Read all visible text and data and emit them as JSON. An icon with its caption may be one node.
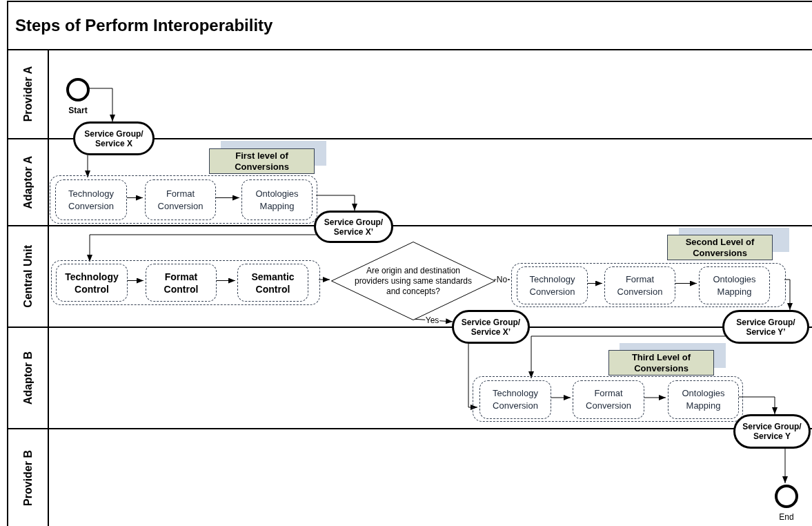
{
  "diagram": {
    "title": "Steps of Perform Interoperability",
    "nodes": [
      {
        "text": [
          "Provider A"
        ]
      },
      {
        "text": [
          "Adaptor A"
        ]
      },
      {
        "text": [
          "Central Unit"
        ]
      },
      {
        "text": [
          "Adaptor B"
        ]
      },
      {
        "text": [
          "Provider B"
        ]
      },
      {
        "text": [],
        "shape": "circle",
        "beside": [
          "Start"
        ],
        "in": 0
      },
      {
        "text": [
          "Service Group/ Service X"
        ]
      },
      {
        "text": [],
        "shape": "box",
        "in": 1
      },
      {
        "text": [
          "Technology Conversion"
        ],
        "in": 7
      },
      {
        "text": [
          "Format Conversion"
        ],
        "in": 7
      },
      {
        "text": [
          "Ontologies Mapping"
        ],
        "in": 7
      },
      {
        "text": [
          "First level of Conversions"
        ],
        "in": 1
      },
      {
        "text": [
          "Service Group/ Service X’"
        ]
      },
      {
        "text": [],
        "shape": "box",
        "in": 2
      },
      {
        "text": [
          "Technology Control"
        ],
        "in": 13
      },
      {
        "text": [
          "Format Control"
        ],
        "in": 13
      },
      {
        "text": [
          "Semantic Control"
        ],
        "in": 13
      },
      {
        "text": [
          "Are origin and destination providers using same standards and concepts?"
        ],
        "in": 2
      },
      {
        "text": [
          "Second Level of Conversions"
        ],
        "in": 2
      },
      {
        "text": [],
        "shape": "box",
        "in": 2
      },
      {
        "text": [
          "Technology Conversion"
        ],
        "in": 19
      },
      {
        "text": [
          "Format Conversion"
        ],
        "in": 19
      },
      {
        "text": [
          "Ontologies Mapping"
        ],
        "in": 19
      },
      {
        "text": [
          "Service Group/ Service X’"
        ]
      },
      {
        "text": [
          "Service Group/ Service Y’"
        ]
      },
      {
        "text": [
          "Third Level of Conversions"
        ],
        "in": 3
      },
      {
        "text": [],
        "shape": "box",
        "in": 3
      },
      {
        "text": [
          "Technology Conversion"
        ],
        "in": 26
      },
      {
        "text": [
          "Format Conversion"
        ],
        "in": 26
      },
      {
        "text": [
          "Ontologies Mapping"
        ],
        "in": 26
      },
      {
        "text": [
          "Service Group/ Service Y"
        ]
      },
      {
        "text": [],
        "shape": "circle",
        "beside": [
          "End"
        ],
        "in": 4
      }
    ],
    "edges": [
      {
        "from": 5,
        "to": 6,
        "arrow": "to"
      },
      {
        "from": 6,
        "to": 8,
        "arrow": "to"
      },
      {
        "from": 8,
        "to": 9,
        "arrow": "to"
      },
      {
        "from": 9,
        "to": 10,
        "arrow": "to"
      },
      {
        "from": 7,
        "to": 12,
        "arrow": "to"
      },
      {
        "from": 12,
        "to": 14,
        "arrow": "to"
      },
      {
        "from": 14,
        "to": 15,
        "arrow": "to"
      },
      {
        "from": 15,
        "to": 16,
        "arrow": "to"
      },
      {
        "from": 13,
        "to": 17,
        "arrow": "to"
      },
      {
        "from": 17,
        "to": 19,
        "arrow": "to",
        "label": "No"
      },
      {
        "from": 17,
        "to": 23,
        "arrow": "to",
        "label": "Yes"
      },
      {
        "from": 20,
        "to": 21,
        "arrow": "to"
      },
      {
        "from": 21,
        "to": 22,
        "arrow": "to"
      },
      {
        "from": 19,
        "to": 24,
        "arrow": "to"
      },
      {
        "from": 23,
        "to": 27,
        "arrow": "to"
      },
      {
        "from": 24,
        "to": 27,
        "arrow": "to"
      },
      {
        "from": 27,
        "to": 28,
        "arrow": "to"
      },
      {
        "from": 28,
        "to": 29,
        "arrow": "to"
      },
      {
        "from": 29,
        "to": 30,
        "arrow": "to"
      },
      {
        "from": 30,
        "to": 31,
        "arrow": "to"
      }
    ]
  }
}
